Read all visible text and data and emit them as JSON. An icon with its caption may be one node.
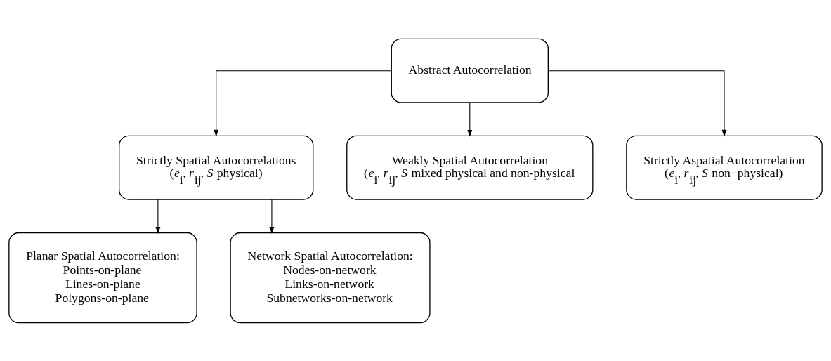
{
  "diagram": {
    "nodes": [
      {
        "text": [
          "Abstract Autocorrelation"
        ]
      },
      {
        "text": [
          "Strictly Spatial Autocorrelations",
          "(*e*$_{i}$, *r*$_{ij}$, *S* physical)"
        ]
      },
      {
        "text": [
          "Weakly Spatial Autocorrelation",
          "(*e*$_{i}$, *r*$_{ij}$, *S* mixed physical and non-physical"
        ]
      },
      {
        "text": [
          "Strictly Aspatial Autocorrelation",
          "(*e*$_{i}$, *r*$_{ij}$, *S* non−physical)"
        ]
      },
      {
        "text": [
          "Planar Spatial Autocorrelation:",
          "Points-on-plane",
          "Lines-on-plane",
          "Polygons-on-plane"
        ]
      },
      {
        "text": [
          "Network Spatial Autocorrelation:",
          "Nodes-on-network",
          "Links-on-network",
          "Subnetworks-on-network"
        ]
      }
    ],
    "edges": [
      {
        "from": 0,
        "to": 1,
        "arrow": "to"
      },
      {
        "from": 0,
        "to": 2,
        "arrow": "to"
      },
      {
        "from": 0,
        "to": 3,
        "arrow": "to"
      },
      {
        "from": 1,
        "to": 4,
        "arrow": "to"
      },
      {
        "from": 1,
        "to": 5,
        "arrow": "to"
      }
    ]
  }
}
